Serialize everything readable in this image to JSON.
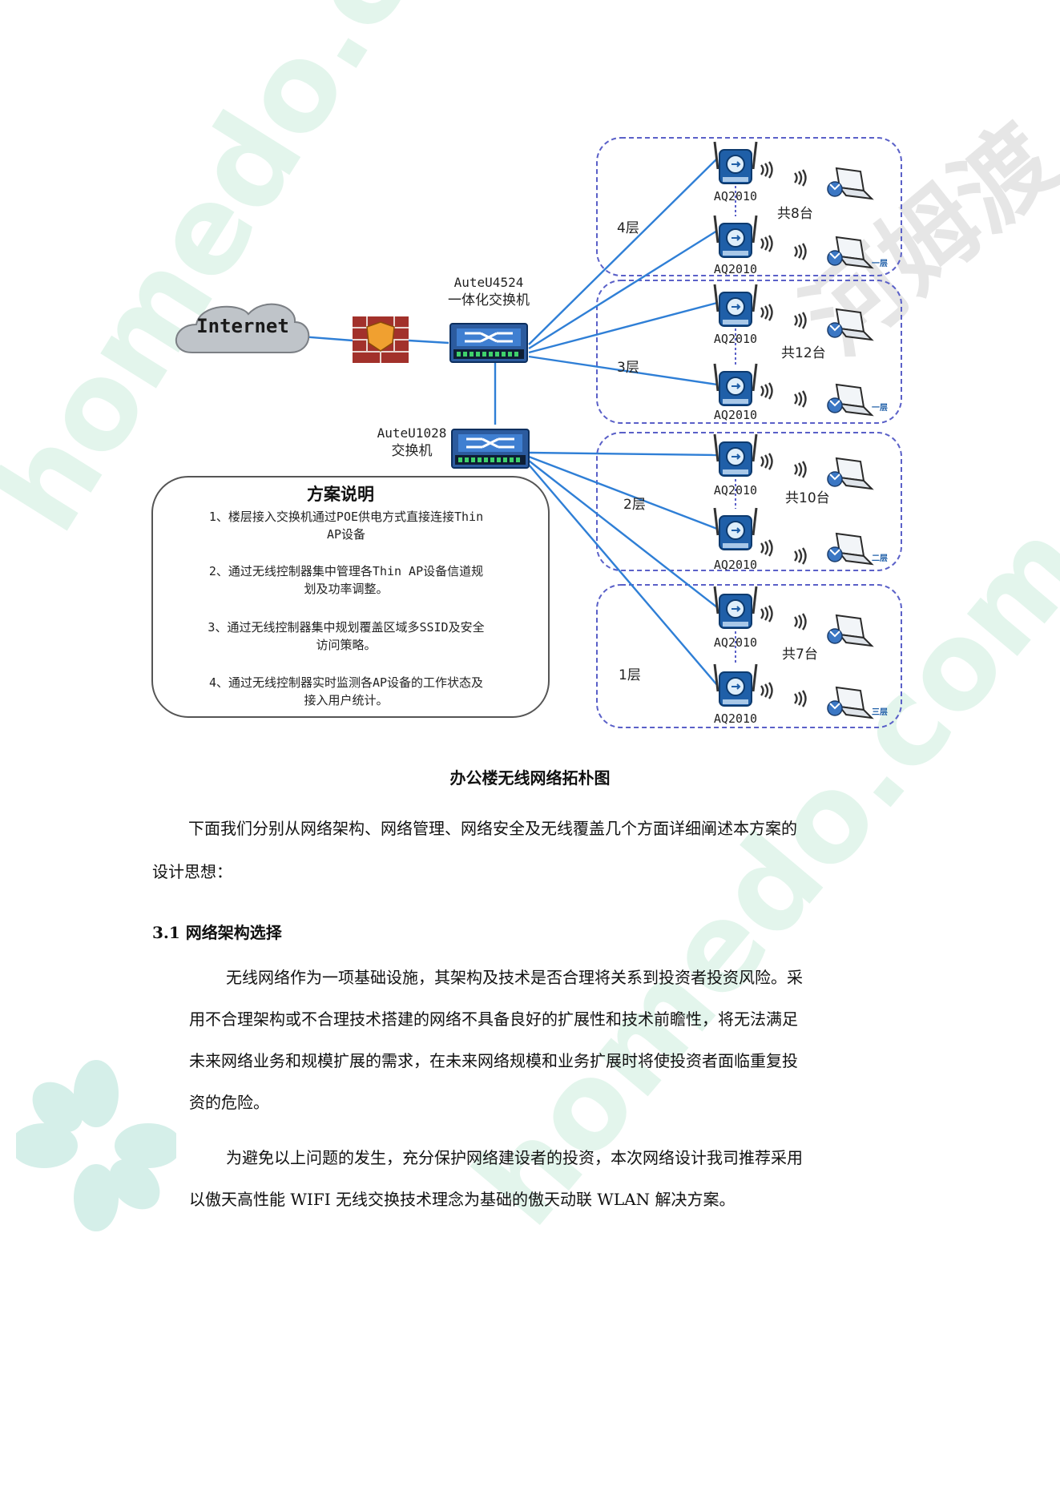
{
  "watermark": {
    "text": "homedo.com",
    "brand": "河姆渡",
    "color": "#d8f2e6"
  },
  "diagram": {
    "internet_label": "Internet",
    "core_switch": {
      "model": "AuteU4524",
      "desc": "一体化交换机"
    },
    "access_switch": {
      "model": "AuteU1028",
      "desc": "交换机"
    },
    "ap_label": "AQ2010",
    "groups": [
      {
        "floor": "4层",
        "count": "共8台",
        "tag": "一层"
      },
      {
        "floor": "3层",
        "count": "共12台",
        "tag": "一层"
      },
      {
        "floor": "2层",
        "count": "共10台",
        "tag": "二层"
      },
      {
        "floor": "1层",
        "count": "共7台",
        "tag": "三层"
      }
    ],
    "plan": {
      "title": "方案说明",
      "items": [
        [
          "1、楼层接入交换机通过POE供电方式直接连接Thin",
          "AP设备"
        ],
        [
          "2、通过无线控制器集中管理各Thin AP设备信道规",
          "划及功率调整。"
        ],
        [
          "3、通过无线控制器集中规划覆盖区域多SSID及安全",
          "访问策略。"
        ],
        [
          "4、通过无线控制器实时监测各AP设备的工作状态及",
          "接入用户统计。"
        ]
      ]
    }
  },
  "caption": "办公楼无线网络拓朴图",
  "intro": {
    "line1": "下面我们分别从网络架构、网络管理、网络安全及无线覆盖几个方面详细阐述本方案的",
    "line2": "设计思想："
  },
  "section": {
    "heading": "3.1 网络架构选择",
    "p1": [
      "无线网络作为一项基础设施，其架构及技术是否合理将关系到投资者投资风险。采",
      "用不合理架构或不合理技术搭建的网络不具备良好的扩展性和技术前瞻性，将无法满足",
      "未来网络业务和规模扩展的需求，在未来网络规模和业务扩展时将使投资者面临重复投",
      "资的危险。"
    ],
    "p2": [
      "为避免以上问题的发生，充分保护网络建设者的投资，本次网络设计我司推荐采用",
      "以傲天高性能 WIFI 无线交换技术理念为基础的傲天动联 WLAN 解决方案。"
    ]
  }
}
